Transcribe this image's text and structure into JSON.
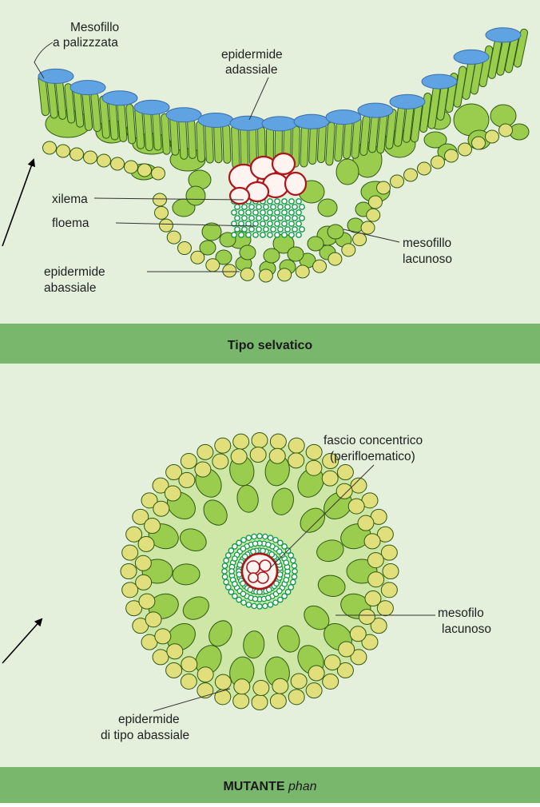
{
  "colors": {
    "panel_background": "#e4efdc",
    "band": "#79b76c",
    "cell_green": "#9acd4e",
    "cell_outline": "#2d5a14",
    "epidermis_cell": "#e1df7b",
    "adaxial_epidermis": "#5fa3e2",
    "xylem_outline": "#b0141b",
    "phloem_network": "#0f9a4a"
  },
  "panel_top": {
    "labels": {
      "palisade_line1": "Mesofillo",
      "palisade_line2": "a palizzzata",
      "adaxial_line1": "epidermide",
      "adaxial_line2": "adassiale",
      "xylem": "xilema",
      "phloem": "floema",
      "abaxial_line1": "epidermide",
      "abaxial_line2": "abassiale",
      "spongy_line1": "mesofillo",
      "spongy_line2": "lacunoso"
    },
    "band_label": "Tipo selvatico"
  },
  "panel_bottom": {
    "labels": {
      "bundle_line1": "fascio concentrico",
      "bundle_line2": "(perifloematico)",
      "spongy_line1": "mesofilo",
      "spongy_line2": "lacunoso",
      "epidermis_line1": "epidermide",
      "epidermis_line2": "di tipo abassiale"
    },
    "band_label_regular": "MUTANTE ",
    "band_label_italic": "phan"
  }
}
